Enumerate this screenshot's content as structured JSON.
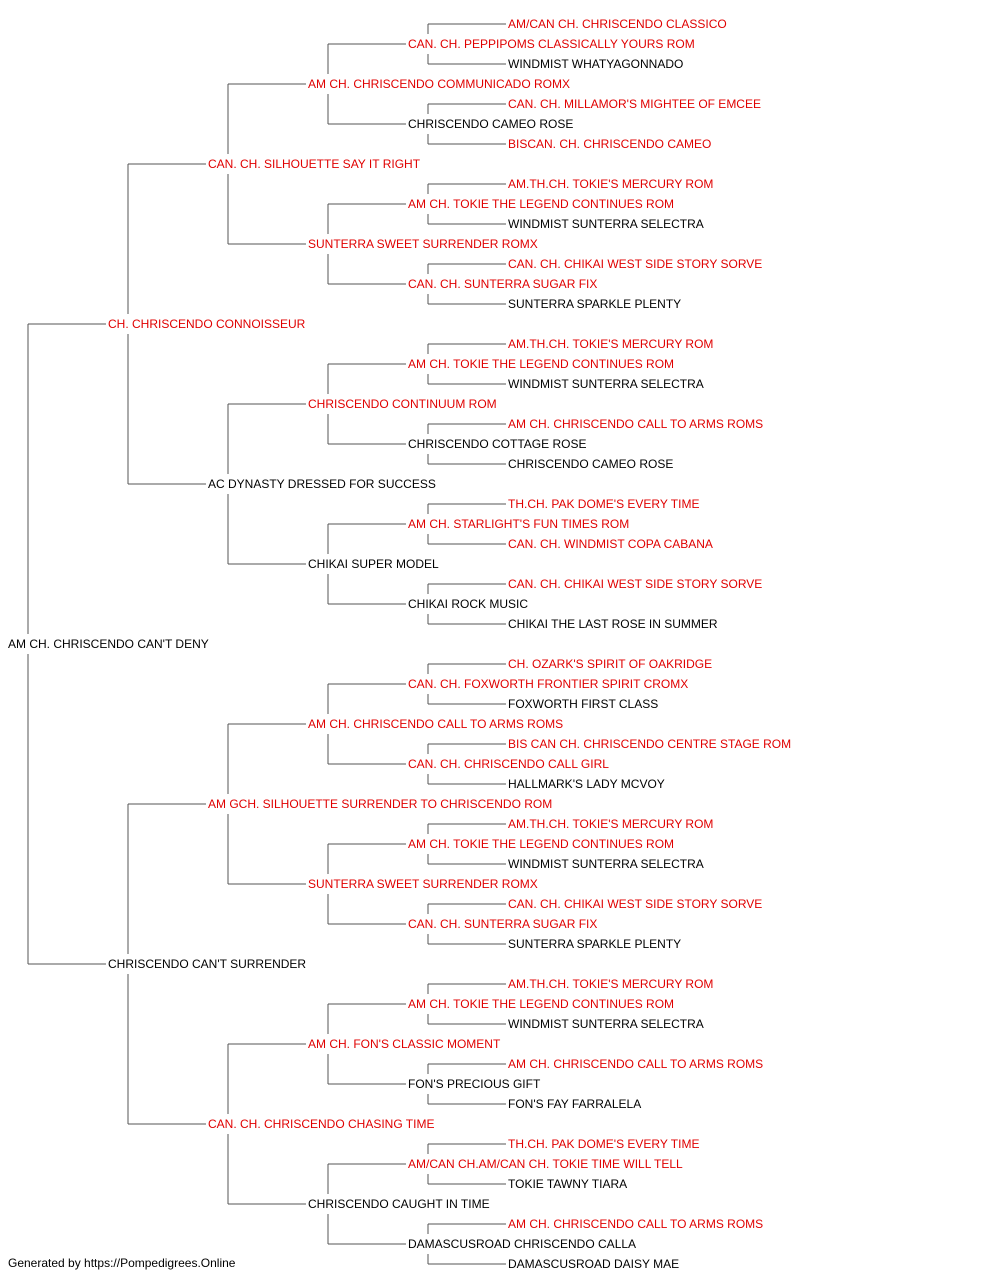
{
  "colors": {
    "titled": "#e00000",
    "untitled": "#000000",
    "connector": "#555555"
  },
  "pedigree": {
    "name": "AM CH. CHRISCENDO CAN'T DENY",
    "titled": false,
    "sire": {
      "name": "CH. CHRISCENDO CONNOISSEUR",
      "titled": true,
      "sire": {
        "name": "CAN. CH. SILHOUETTE SAY IT RIGHT",
        "titled": true,
        "sire": {
          "name": "AM CH. CHRISCENDO COMMUNICADO ROMX",
          "titled": true,
          "sire": {
            "name": "CAN. CH. PEPPIPOMS CLASSICALLY YOURS ROM",
            "titled": true,
            "sire": {
              "name": "AM/CAN CH. CHRISCENDO CLASSICO",
              "titled": true
            },
            "dam": {
              "name": "WINDMIST WHATYAGONNADO",
              "titled": false
            }
          },
          "dam": {
            "name": "CHRISCENDO CAMEO ROSE",
            "titled": false,
            "sire": {
              "name": "CAN. CH. MILLAMOR'S MIGHTEE OF EMCEE",
              "titled": true
            },
            "dam": {
              "name": "BISCAN. CH. CHRISCENDO CAMEO",
              "titled": true
            }
          }
        },
        "dam": {
          "name": "SUNTERRA SWEET SURRENDER ROMX",
          "titled": true,
          "sire": {
            "name": "AM CH. TOKIE THE LEGEND CONTINUES ROM",
            "titled": true,
            "sire": {
              "name": "AM.TH.CH. TOKIE'S MERCURY ROM",
              "titled": true
            },
            "dam": {
              "name": "WINDMIST SUNTERRA SELECTRA",
              "titled": false
            }
          },
          "dam": {
            "name": "CAN. CH. SUNTERRA SUGAR FIX",
            "titled": true,
            "sire": {
              "name": "CAN. CH. CHIKAI WEST SIDE STORY SORVE",
              "titled": true
            },
            "dam": {
              "name": "SUNTERRA SPARKLE PLENTY",
              "titled": false
            }
          }
        }
      },
      "dam": {
        "name": "AC DYNASTY DRESSED FOR SUCCESS",
        "titled": false,
        "sire": {
          "name": "CHRISCENDO CONTINUUM ROM",
          "titled": true,
          "sire": {
            "name": "AM CH. TOKIE THE LEGEND CONTINUES ROM",
            "titled": true,
            "sire": {
              "name": "AM.TH.CH. TOKIE'S MERCURY ROM",
              "titled": true
            },
            "dam": {
              "name": "WINDMIST SUNTERRA SELECTRA",
              "titled": false
            }
          },
          "dam": {
            "name": "CHRISCENDO COTTAGE ROSE",
            "titled": false,
            "sire": {
              "name": "AM CH. CHRISCENDO CALL TO ARMS ROMS",
              "titled": true
            },
            "dam": {
              "name": "CHRISCENDO CAMEO ROSE",
              "titled": false
            }
          }
        },
        "dam": {
          "name": "CHIKAI SUPER MODEL",
          "titled": false,
          "sire": {
            "name": "AM CH. STARLIGHT'S FUN TIMES ROM",
            "titled": true,
            "sire": {
              "name": "TH.CH. PAK DOME'S EVERY TIME",
              "titled": true
            },
            "dam": {
              "name": "CAN. CH. WINDMIST COPA CABANA",
              "titled": true
            }
          },
          "dam": {
            "name": "CHIKAI ROCK MUSIC",
            "titled": false,
            "sire": {
              "name": "CAN. CH. CHIKAI WEST SIDE STORY SORVE",
              "titled": true
            },
            "dam": {
              "name": "CHIKAI THE LAST ROSE IN SUMMER",
              "titled": false
            }
          }
        }
      }
    },
    "dam": {
      "name": "CHRISCENDO CAN'T SURRENDER",
      "titled": false,
      "sire": {
        "name": "AM GCH. SILHOUETTE SURRENDER TO CHRISCENDO ROM",
        "titled": true,
        "sire": {
          "name": "AM CH. CHRISCENDO CALL TO ARMS ROMS",
          "titled": true,
          "sire": {
            "name": "CAN. CH. FOXWORTH FRONTIER SPIRIT CROMX",
            "titled": true,
            "sire": {
              "name": "CH. OZARK'S SPIRIT OF OAKRIDGE",
              "titled": true
            },
            "dam": {
              "name": "FOXWORTH FIRST CLASS",
              "titled": false
            }
          },
          "dam": {
            "name": "CAN. CH. CHRISCENDO CALL GIRL",
            "titled": true,
            "sire": {
              "name": "BIS CAN CH. CHRISCENDO CENTRE STAGE ROM",
              "titled": true
            },
            "dam": {
              "name": "HALLMARK'S LADY MCVOY",
              "titled": false
            }
          }
        },
        "dam": {
          "name": "SUNTERRA SWEET SURRENDER ROMX",
          "titled": true,
          "sire": {
            "name": "AM CH. TOKIE THE LEGEND CONTINUES ROM",
            "titled": true,
            "sire": {
              "name": "AM.TH.CH. TOKIE'S MERCURY ROM",
              "titled": true
            },
            "dam": {
              "name": "WINDMIST SUNTERRA SELECTRA",
              "titled": false
            }
          },
          "dam": {
            "name": "CAN. CH. SUNTERRA SUGAR FIX",
            "titled": true,
            "sire": {
              "name": "CAN. CH. CHIKAI WEST SIDE STORY SORVE",
              "titled": true
            },
            "dam": {
              "name": "SUNTERRA SPARKLE PLENTY",
              "titled": false
            }
          }
        }
      },
      "dam": {
        "name": "CAN. CH. CHRISCENDO CHASING TIME",
        "titled": true,
        "sire": {
          "name": "AM CH. FON'S CLASSIC MOMENT",
          "titled": true,
          "sire": {
            "name": "AM CH. TOKIE THE LEGEND CONTINUES ROM",
            "titled": true,
            "sire": {
              "name": "AM.TH.CH. TOKIE'S MERCURY ROM",
              "titled": true
            },
            "dam": {
              "name": "WINDMIST SUNTERRA SELECTRA",
              "titled": false
            }
          },
          "dam": {
            "name": "FON'S PRECIOUS GIFT",
            "titled": false,
            "sire": {
              "name": "AM CH. CHRISCENDO CALL TO ARMS ROMS",
              "titled": true
            },
            "dam": {
              "name": "FON'S FAY FARRALELA",
              "titled": false
            }
          }
        },
        "dam": {
          "name": "CHRISCENDO CAUGHT IN TIME",
          "titled": false,
          "sire": {
            "name": "AM/CAN CH.AM/CAN CH. TOKIE TIME WILL TELL",
            "titled": true,
            "sire": {
              "name": "TH.CH. PAK DOME'S EVERY TIME",
              "titled": true
            },
            "dam": {
              "name": "TOKIE TAWNY TIARA",
              "titled": false
            }
          },
          "dam": {
            "name": "DAMASCUSROAD CHRISCENDO CALLA",
            "titled": false,
            "sire": {
              "name": "AM CH. CHRISCENDO CALL TO ARMS ROMS",
              "titled": true
            },
            "dam": {
              "name": "DAMASCUSROAD DAISY MAE",
              "titled": false
            }
          }
        }
      }
    }
  },
  "footer": {
    "text": "Generated by https://Pompedigrees.Online"
  }
}
